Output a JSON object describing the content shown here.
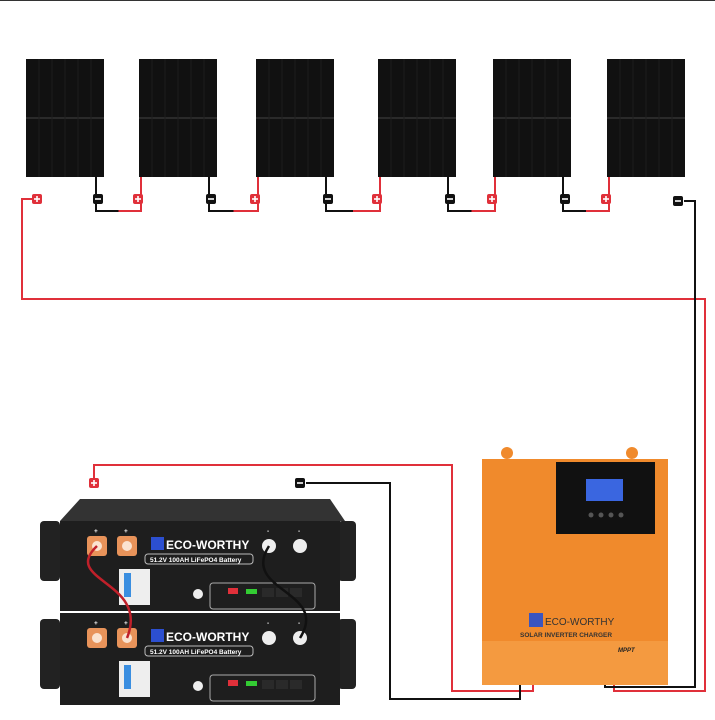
{
  "battery": {
    "brand": "ECO-WORTHY",
    "model": "51.2V 100AH LiFePO4 Battery",
    "positive_symbol": "+",
    "negative_symbol": "-"
  },
  "inverter": {
    "brand": "ECO-WORTHY",
    "subtitle": "SOLAR INVERTER CHARGER",
    "badge": "MPPT"
  },
  "colors": {
    "positive_wire": "#e0303a",
    "negative_wire": "#111111",
    "inverter_body": "#f08a2c",
    "battery_body": "#1e1e1e",
    "panel": "#111111"
  }
}
